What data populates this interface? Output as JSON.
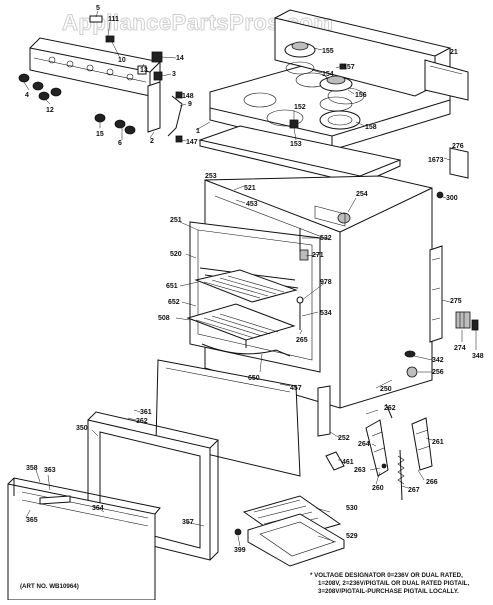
{
  "watermark": "AppliancePartsPros.com",
  "art_number": "(ART NO. WB10964)",
  "footnote": [
    "* VOLTAGE DESIGNATOR 0=236V OR DUAL RATED,",
    "1=208V, 2=236V/PIGTAIL OR DUAL RATED PIGTAIL,",
    "3=208V/PIGTAIL-PURCHASE PIGTAIL LOCALLY."
  ],
  "callouts": {
    "c5": "5",
    "c111": "111",
    "c10": "10",
    "c14": "14",
    "c3": "3",
    "c13": "13",
    "c148": "148",
    "c9": "9",
    "c1": "1",
    "c147": "147",
    "c2": "2",
    "c4": "4",
    "c12": "12",
    "c15": "15",
    "c6": "6",
    "c21": "21",
    "c155": "155",
    "c157": "157",
    "c154": "154",
    "c156": "156",
    "c152": "152",
    "c158": "158",
    "c153": "153",
    "c1673": "1673",
    "c276": "276",
    "c253": "253",
    "c521": "521",
    "c453": "453",
    "c254": "254",
    "c300": "300",
    "c251": "251",
    "c532": "532",
    "c271": "271",
    "c520": "520",
    "c651": "651",
    "c978": "978",
    "c652": "652",
    "c508": "508",
    "c534": "534",
    "c265": "265",
    "c275": "275",
    "c650": "650",
    "c457": "457",
    "c250": "250",
    "c274": "274",
    "c348": "348",
    "c342": "342",
    "c256": "256",
    "c361": "361",
    "c362": "362",
    "c350": "350",
    "c262": "262",
    "c252": "252",
    "c261": "261",
    "c461": "461",
    "c264": "264",
    "c263": "263",
    "c260": "260",
    "c267": "267",
    "c266": "266",
    "c358": "358",
    "c363": "363",
    "c365": "365",
    "c364": "364",
    "c357": "357",
    "c530": "530",
    "c529": "529",
    "c399": "399"
  }
}
